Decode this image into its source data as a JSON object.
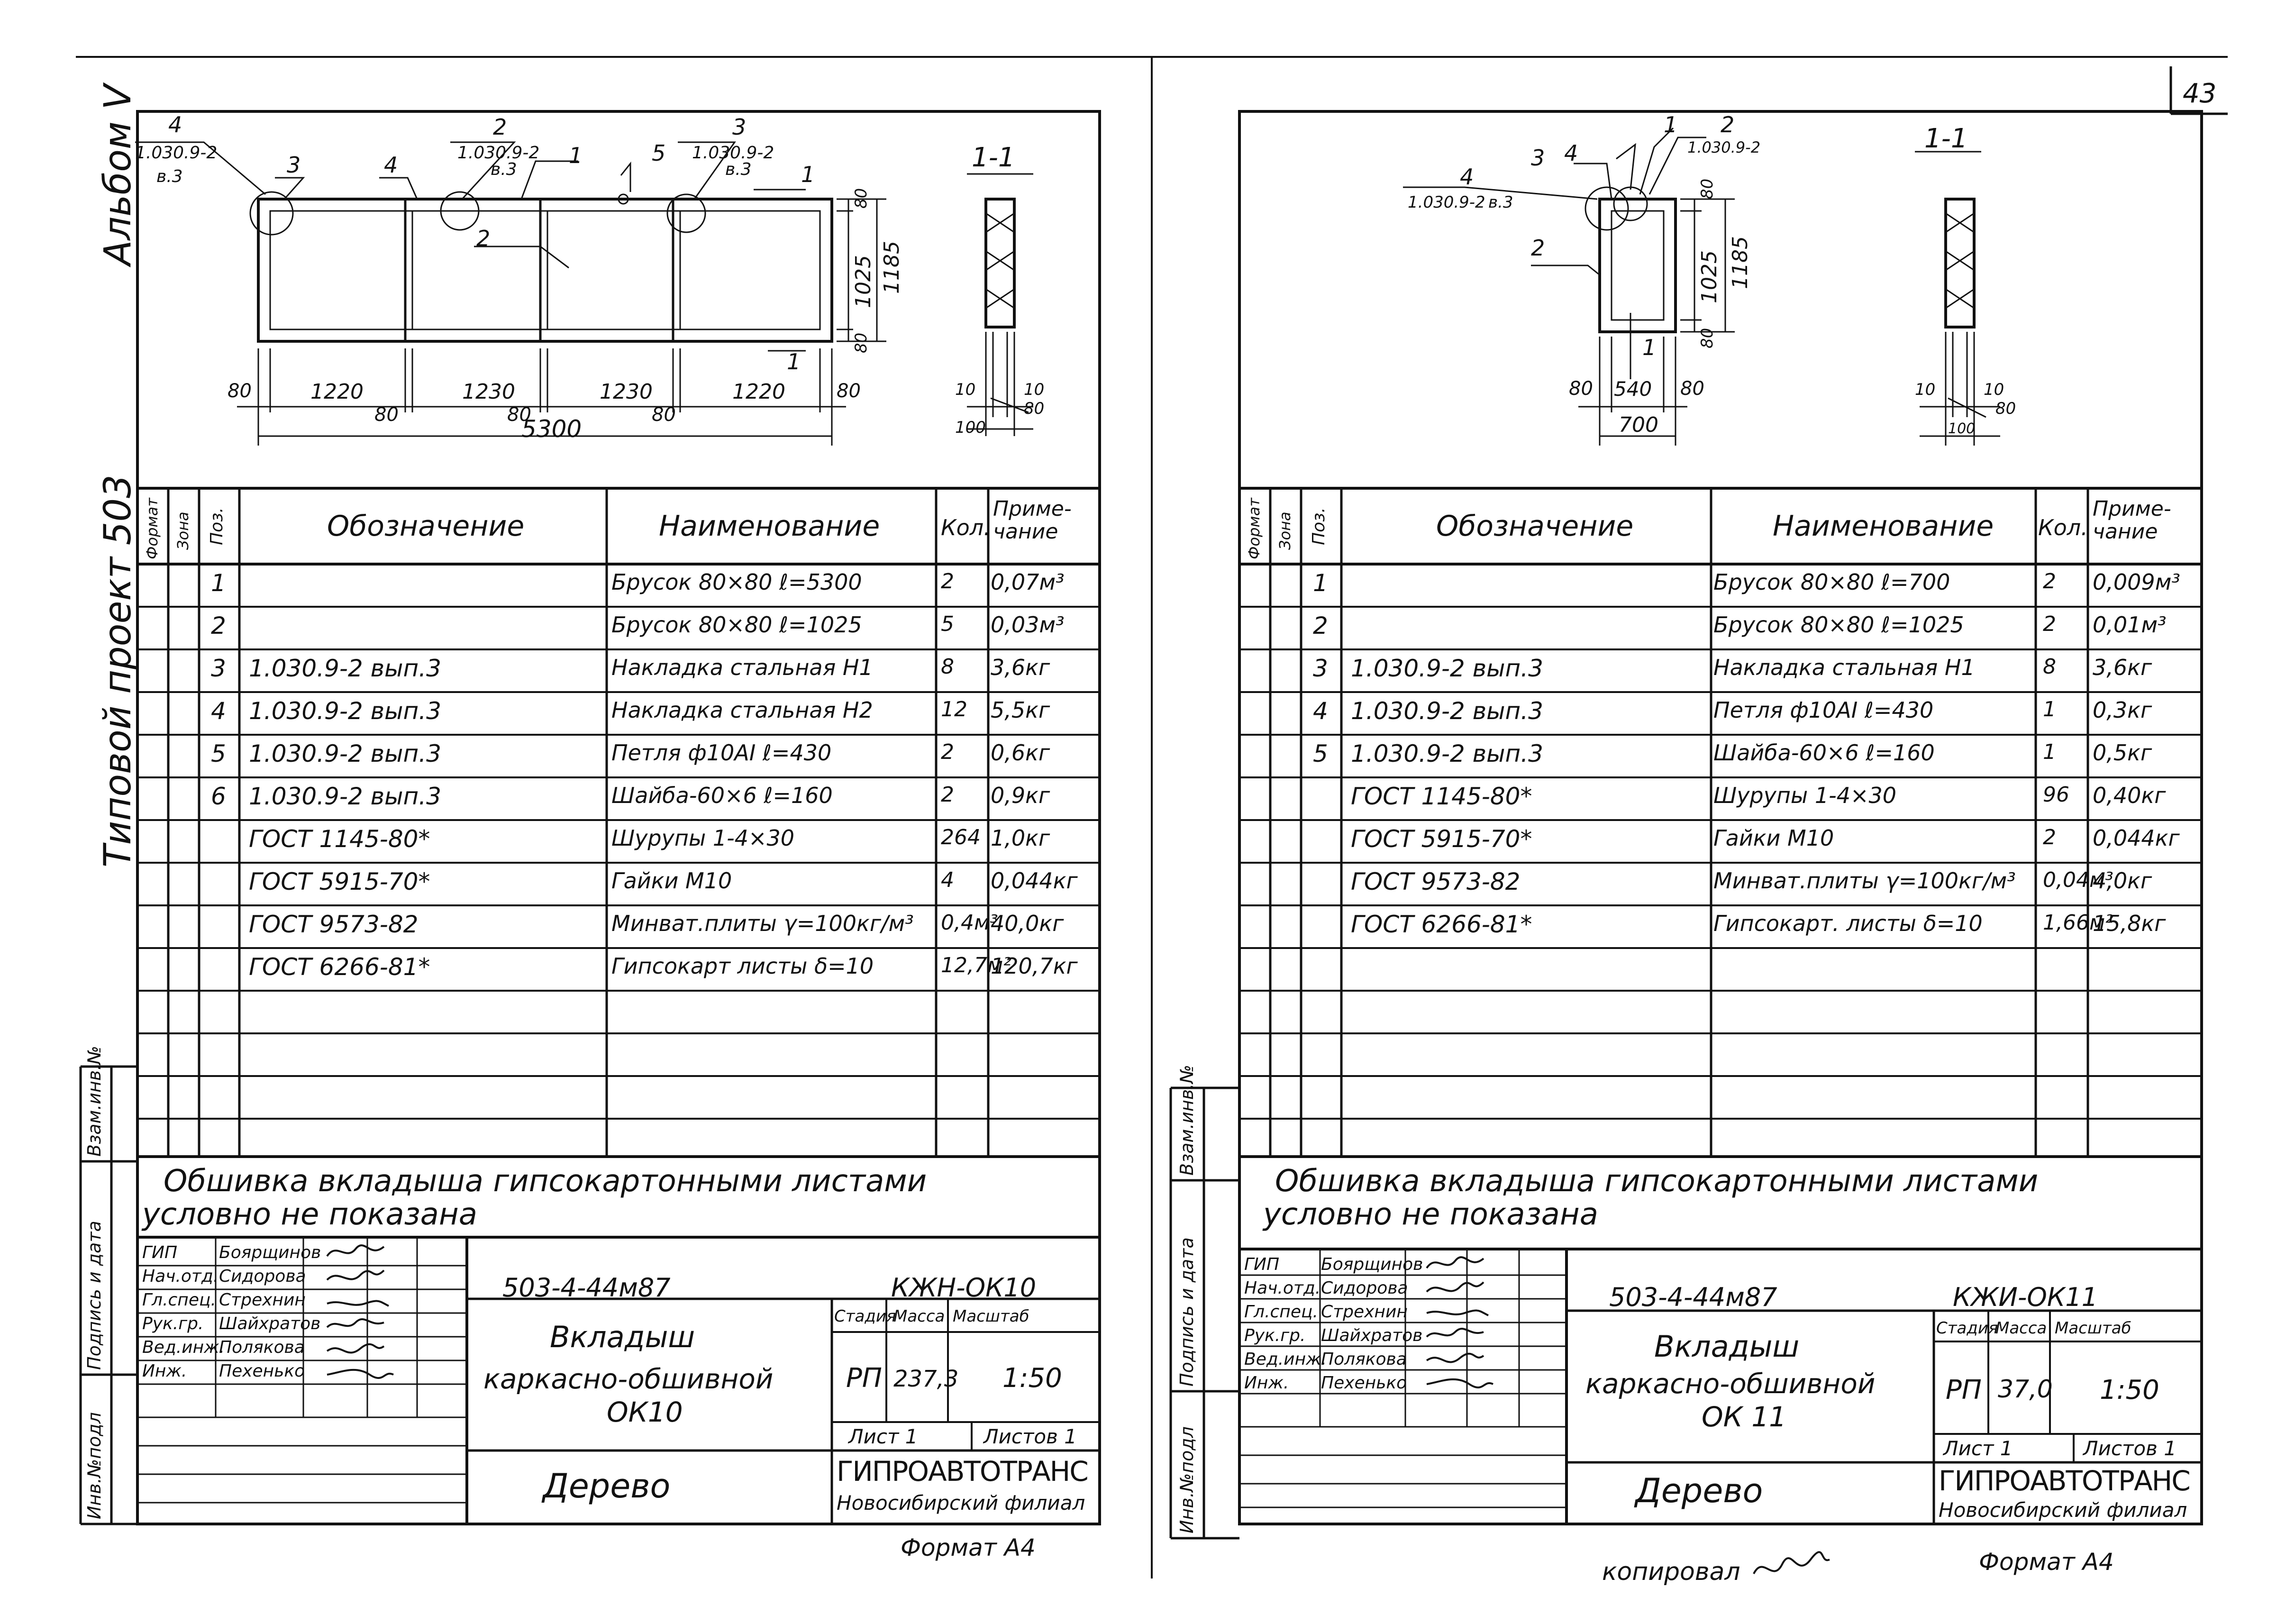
{
  "page_number": "43",
  "copied_by_label": "копировал",
  "sheets": [
    {
      "album": "Альбом V",
      "project": "Типовой проект 503",
      "sidebar_labels": [
        "Инв.№подл",
        "Подпись и дата",
        "Взам.инв.№"
      ],
      "drawing": {
        "view_label": "1-1",
        "section_mark": "1",
        "dims_bottom": [
          "80",
          "1220",
          "80",
          "1230",
          "80",
          "1230",
          "80",
          "1220",
          "80"
        ],
        "total_width": "5300",
        "height_outer": "1185",
        "height_inner": "1025",
        "corner_dims": [
          "80",
          "80"
        ],
        "section_dims": [
          "10",
          "10",
          "80",
          "100"
        ],
        "ref_doc": "1.030.9-2",
        "ref_variant": "в.3",
        "callouts": [
          "4",
          "3",
          "4",
          "2",
          "1",
          "2",
          "5",
          "3",
          "1"
        ]
      },
      "table": {
        "headers": {
          "format": "Формат",
          "zone": "Зона",
          "pos": "Поз.",
          "designation": "Обозначение",
          "name": "Наименование",
          "qty": "Кол.",
          "note": "Приме-чание"
        },
        "rows": [
          {
            "pos": "1",
            "designation": "",
            "name": "Брусок 80×80 ℓ=5300",
            "qty": "2",
            "note": "0,07м³"
          },
          {
            "pos": "2",
            "designation": "",
            "name": "Брусок 80×80 ℓ=1025",
            "qty": "5",
            "note": "0,03м³"
          },
          {
            "pos": "3",
            "designation": "1.030.9-2  вып.3",
            "name": "Накладка стальная Н1",
            "qty": "8",
            "note": "3,6кг"
          },
          {
            "pos": "4",
            "designation": "1.030.9-2  вып.3",
            "name": "Накладка стальная Н2",
            "qty": "12",
            "note": "5,5кг"
          },
          {
            "pos": "5",
            "designation": "1.030.9-2  вып.3",
            "name": "Петля ф10АI ℓ=430",
            "qty": "2",
            "note": "0,6кг"
          },
          {
            "pos": "6",
            "designation": "1.030.9-2  вып.3",
            "name": "Шайба-60×6 ℓ=160",
            "qty": "2",
            "note": "0,9кг"
          },
          {
            "pos": "",
            "designation": "ГОСТ 1145-80*",
            "name": "Шурупы 1-4×30",
            "qty": "264",
            "note": "1,0кг"
          },
          {
            "pos": "",
            "designation": "ГОСТ 5915-70*",
            "name": "Гайки М10",
            "qty": "4",
            "note": "0,044кг"
          },
          {
            "pos": "",
            "designation": "ГОСТ 9573-82",
            "name": "Минват.плиты γ=100кг/м³",
            "qty": "0,4м³",
            "note": "40,0кг"
          },
          {
            "pos": "",
            "designation": "ГОСТ 6266-81*",
            "name": "Гипсокарт листы δ=10",
            "qty": "12,7м²",
            "note": "120,7кг"
          },
          {
            "pos": "",
            "designation": "",
            "name": "",
            "qty": "",
            "note": ""
          },
          {
            "pos": "",
            "designation": "",
            "name": "",
            "qty": "",
            "note": ""
          },
          {
            "pos": "",
            "designation": "",
            "name": "",
            "qty": "",
            "note": ""
          },
          {
            "pos": "",
            "designation": "",
            "name": "",
            "qty": "",
            "note": ""
          }
        ]
      },
      "note_line1": "Обшивка вкладыша гипсокартонными листами",
      "note_line2": "условно не показана",
      "stamp": {
        "roles": [
          "ГИП",
          "Нач.отд.",
          "Гл.спец.",
          "Рук.гр.",
          "Вед.инж.",
          "Инж."
        ],
        "names": [
          "Боярщинов",
          "Сидорова",
          "Стрехнин",
          "Шайхратов",
          "Полякова",
          "Пехенько"
        ],
        "code": "503-4-44м87",
        "mark": "КЖН-ОК10",
        "title1": "Вкладыш",
        "title2": "каркасно-обшивной",
        "title3": "ОК10",
        "stage_h": "Стадия",
        "mass_h": "Масса",
        "scale_h": "Масштаб",
        "stage": "РП",
        "mass": "237,3",
        "scale": "1:50",
        "sheet": "Лист 1",
        "sheets": "Листов 1",
        "material": "Дерево",
        "org1": "ГИПРОАВТОТРАНС",
        "org2": "Новосибирский филиал",
        "format": "Формат А4"
      }
    },
    {
      "sidebar_labels": [
        "Инв.№подл",
        "Подпись и дата",
        "Взам.инв.№"
      ],
      "drawing": {
        "view_label": "1-1",
        "section_mark": "1",
        "dims_bottom": [
          "80",
          "540",
          "80"
        ],
        "total_width": "700",
        "height_outer": "1185",
        "height_inner": "1025",
        "corner_dims": [
          "80",
          "80"
        ],
        "section_dims": [
          "10",
          "10",
          "80",
          "100"
        ],
        "ref_doc": "1.030.9-2",
        "ref_variant": "в.3",
        "callouts": [
          "1",
          "2",
          "3",
          "4",
          "4",
          "2"
        ]
      },
      "table": {
        "headers": {
          "format": "Формат",
          "zone": "Зона",
          "pos": "Поз.",
          "designation": "Обозначение",
          "name": "Наименование",
          "qty": "Кол.",
          "note": "Приме-чание"
        },
        "rows": [
          {
            "pos": "1",
            "designation": "",
            "name": "Брусок 80×80 ℓ=700",
            "qty": "2",
            "note": "0,009м³"
          },
          {
            "pos": "2",
            "designation": "",
            "name": "Брусок 80×80 ℓ=1025",
            "qty": "2",
            "note": "0,01м³"
          },
          {
            "pos": "3",
            "designation": "1.030.9-2  вып.3",
            "name": "Накладка стальная Н1",
            "qty": "8",
            "note": "3,6кг"
          },
          {
            "pos": "4",
            "designation": "1.030.9-2  вып.3",
            "name": "Петля ф10АI ℓ=430",
            "qty": "1",
            "note": "0,3кг"
          },
          {
            "pos": "5",
            "designation": "1.030.9-2  вып.3",
            "name": "Шайба-60×6 ℓ=160",
            "qty": "1",
            "note": "0,5кг"
          },
          {
            "pos": "",
            "designation": "ГОСТ 1145-80*",
            "name": "Шурупы 1-4×30",
            "qty": "96",
            "note": "0,40кг"
          },
          {
            "pos": "",
            "designation": "ГОСТ 5915-70*",
            "name": "Гайки М10",
            "qty": "2",
            "note": "0,044кг"
          },
          {
            "pos": "",
            "designation": "ГОСТ 9573-82",
            "name": "Минват.плиты γ=100кг/м³",
            "qty": "0,04м³",
            "note": "4,0кг"
          },
          {
            "pos": "",
            "designation": "ГОСТ 6266-81*",
            "name": "Гипсокарт. листы δ=10",
            "qty": "1,66м²",
            "note": "15,8кг"
          },
          {
            "pos": "",
            "designation": "",
            "name": "",
            "qty": "",
            "note": ""
          },
          {
            "pos": "",
            "designation": "",
            "name": "",
            "qty": "",
            "note": ""
          },
          {
            "pos": "",
            "designation": "",
            "name": "",
            "qty": "",
            "note": ""
          },
          {
            "pos": "",
            "designation": "",
            "name": "",
            "qty": "",
            "note": ""
          },
          {
            "pos": "",
            "designation": "",
            "name": "",
            "qty": "",
            "note": ""
          }
        ]
      },
      "note_line1": "Обшивка вкладыша гипсокартонными листами",
      "note_line2": "условно не показана",
      "stamp": {
        "roles": [
          "ГИП",
          "Нач.отд.",
          "Гл.спец.",
          "Рук.гр.",
          "Вед.инж.",
          "Инж."
        ],
        "names": [
          "Боярщинов",
          "Сидорова",
          "Стрехнин",
          "Шайхратов",
          "Полякова",
          "Пехенько"
        ],
        "code": "503-4-44м87",
        "mark": "КЖИ-ОК11",
        "title1": "Вкладыш",
        "title2": "каркасно-обшивной",
        "title3": "ОК 11",
        "stage_h": "Стадия",
        "mass_h": "Масса",
        "scale_h": "Масштаб",
        "stage": "РП",
        "mass": "37,0",
        "scale": "1:50",
        "sheet": "Лист 1",
        "sheets": "Листов 1",
        "material": "Дерево",
        "org1": "ГИПРОАВТОТРАНС",
        "org2": "Новосибирский филиал",
        "format": "Формат А4"
      }
    }
  ]
}
